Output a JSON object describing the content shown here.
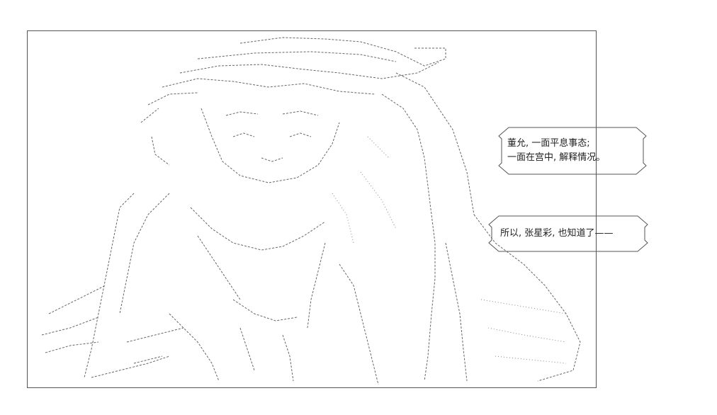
{
  "dialogue": {
    "bubble1": {
      "line1": "董允, 一面平息事态;",
      "line2": "一面在宫中, 解释情况。"
    },
    "bubble2": {
      "line1": "所以, 张星彩, 也知道了——"
    }
  },
  "colors": {
    "background": "#ffffff",
    "line": "#555555",
    "text": "#222222"
  }
}
